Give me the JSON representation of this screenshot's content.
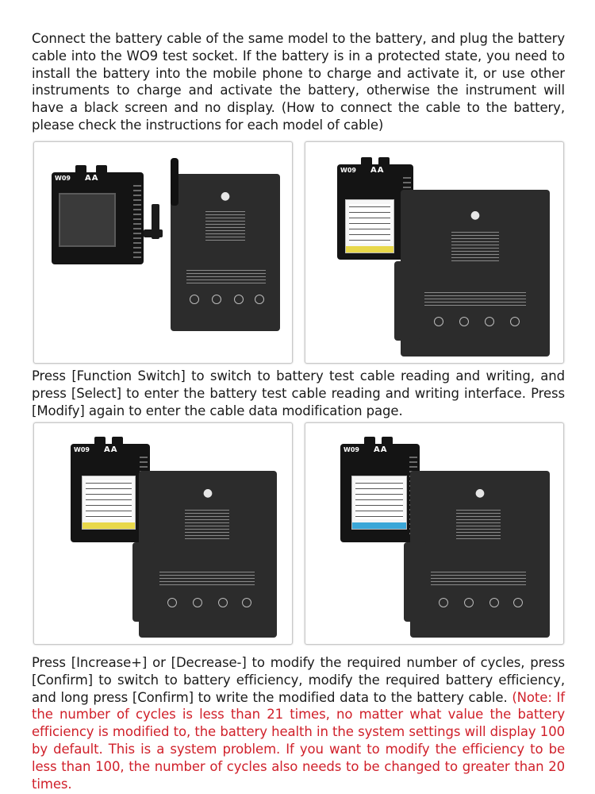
{
  "paragraphs": {
    "p1": "Connect the battery cable of the same model to the battery, and plug the battery cable into the WO9 test socket. If the battery is in a protected state, you need to install the battery into the mobile phone to charge and activate it, or use other instruments to charge and activate the battery, otherwise the instrument will have a black screen and no display. (How to connect the cable to the battery, please check the instructions for each model of cable)",
    "p2": "Press [Function Switch] to switch to battery test cable reading and writing, and press [Select] to enter the battery test cable reading and writing interface. Press [Modify] again to enter the cable data modification page.",
    "p3_main": "Press [Increase+] or [Decrease-] to modify the required number of cycles, press [Confirm] to switch to battery efficiency, modify the required battery efficiency, and long press [Confirm] to write the modified data to the battery cable. ",
    "p3_note": "(Note: If the number of cycles is less than 21 times, no matter what value the battery efficiency is modified to, the battery health in the system settings will display 100 by default. This is a system problem. If you want to modify the efficiency to be less than 100, the number of cycles also needs to be changed to greater than 20 times."
  },
  "device": {
    "brand": "W09",
    "pins": "AA"
  },
  "icons": {
    "apple": "apple-logo-icon"
  },
  "colors": {
    "note": "#d0202a",
    "text": "#1a1a1a"
  }
}
